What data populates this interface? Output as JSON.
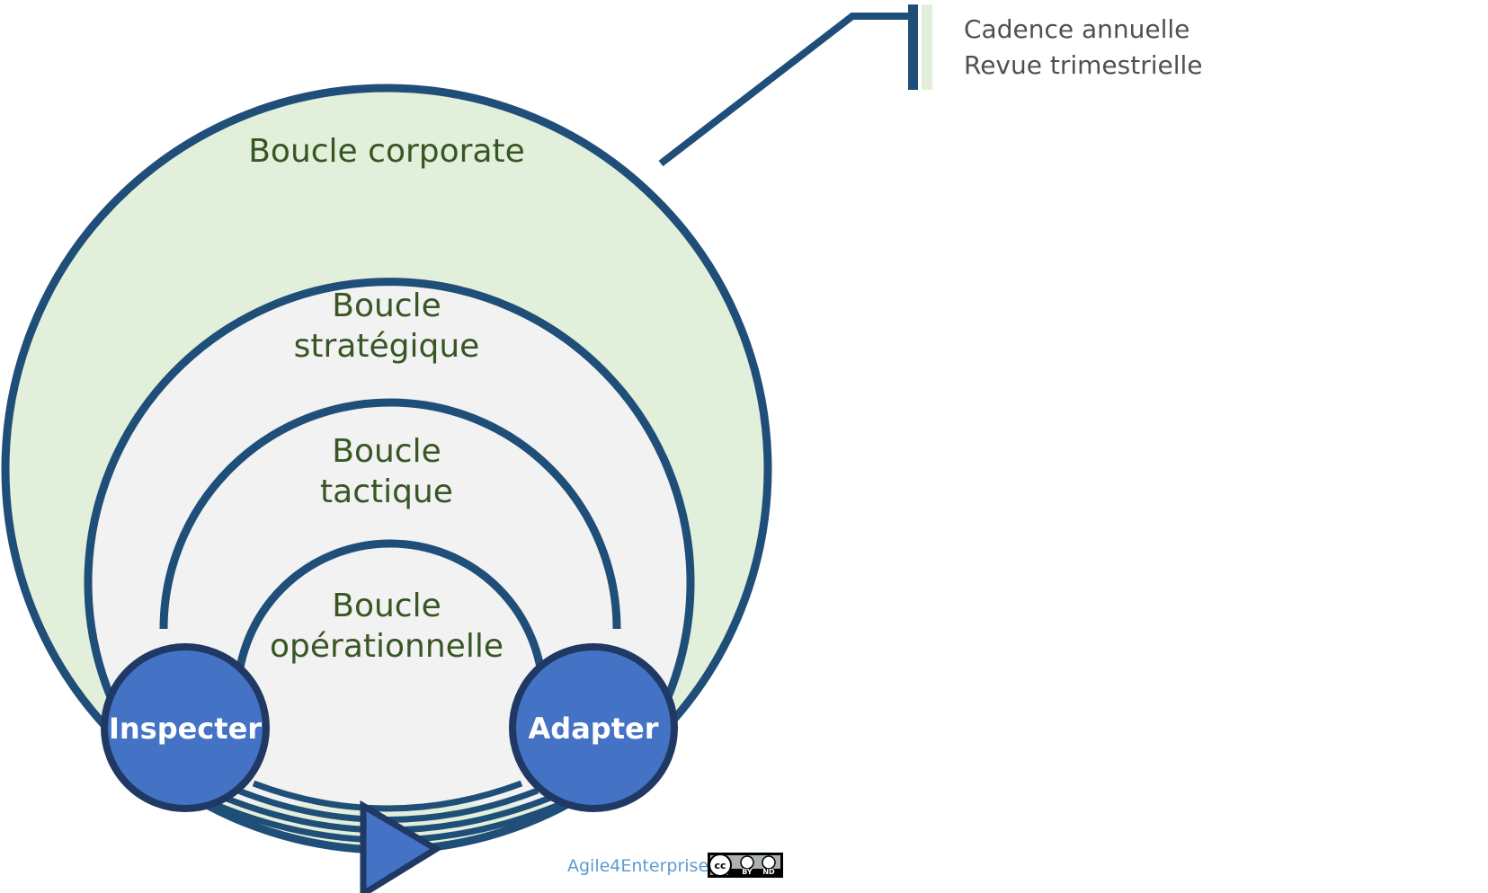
{
  "colors": {
    "stroke": "#1f4e79",
    "outer_fill": "#e2efda",
    "inner_fill": "#f2f2f2",
    "loop_text": "#375623",
    "node_fill": "#4472c4",
    "node_stroke": "#1f3864",
    "credit": "#5b9bd5",
    "note_bar": "#e2efda"
  },
  "loops": {
    "corporate": "Boucle corporate",
    "strategic": [
      "Boucle",
      "stratégique"
    ],
    "tactical": [
      "Boucle",
      "tactique"
    ],
    "operational": [
      "Boucle",
      "opérationnelle"
    ]
  },
  "nodes": {
    "inspect": "Inspecter",
    "adapt": "Adapter"
  },
  "note": {
    "line1": "Cadence annuelle",
    "line2": "Revue trimestrielle"
  },
  "credit": "Agile4Enterprise",
  "license_badge": {
    "cc": "cc",
    "by": "BY",
    "nd": "ND"
  }
}
